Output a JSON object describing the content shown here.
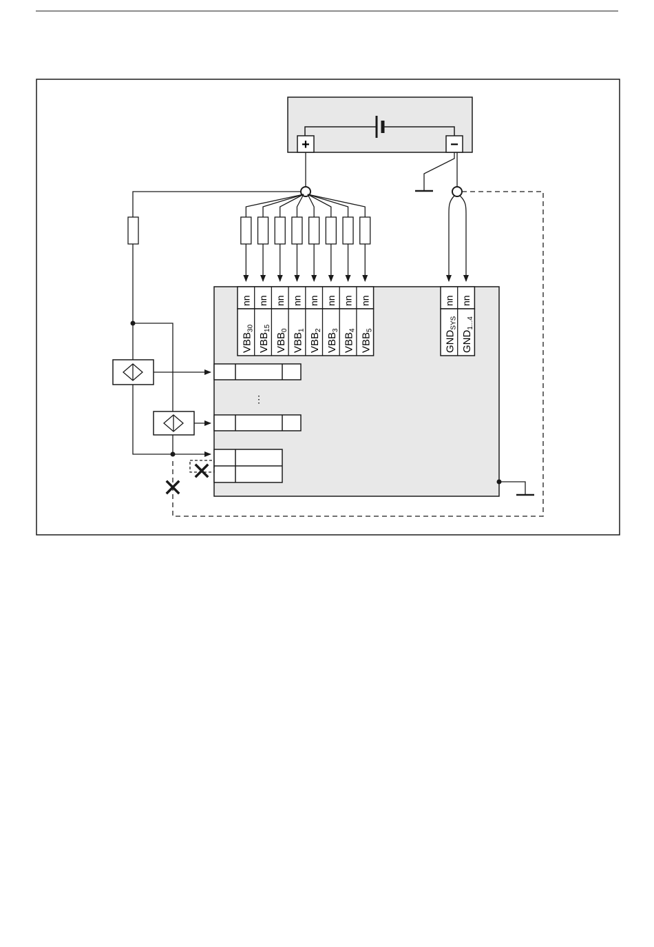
{
  "supply_terminals": {
    "plus_symbol": "+",
    "minus_symbol": "−"
  },
  "pin_number_placeholder": "nn",
  "supply_pins": [
    {
      "base": "VBB",
      "sub": "30"
    },
    {
      "base": "VBB",
      "sub": "15"
    },
    {
      "base": "VBB",
      "sub": "0"
    },
    {
      "base": "VBB",
      "sub": "1"
    },
    {
      "base": "VBB",
      "sub": "2"
    },
    {
      "base": "VBB",
      "sub": "3"
    },
    {
      "base": "VBB",
      "sub": "4"
    },
    {
      "base": "VBB",
      "sub": "5"
    }
  ],
  "ground_pins": [
    {
      "base": "GND",
      "sub": "SYS"
    },
    {
      "base": "GND",
      "sub": "1...4"
    }
  ],
  "ellipsis": "⋮",
  "colors": {
    "line": "#1a1a1a",
    "module_fill": "#e8e8e8",
    "background": "#ffffff"
  },
  "icons": [
    "battery-icon",
    "fuse-icon",
    "sensor-icon",
    "ground-icon",
    "x-mark-icon",
    "junction-node-icon"
  ]
}
